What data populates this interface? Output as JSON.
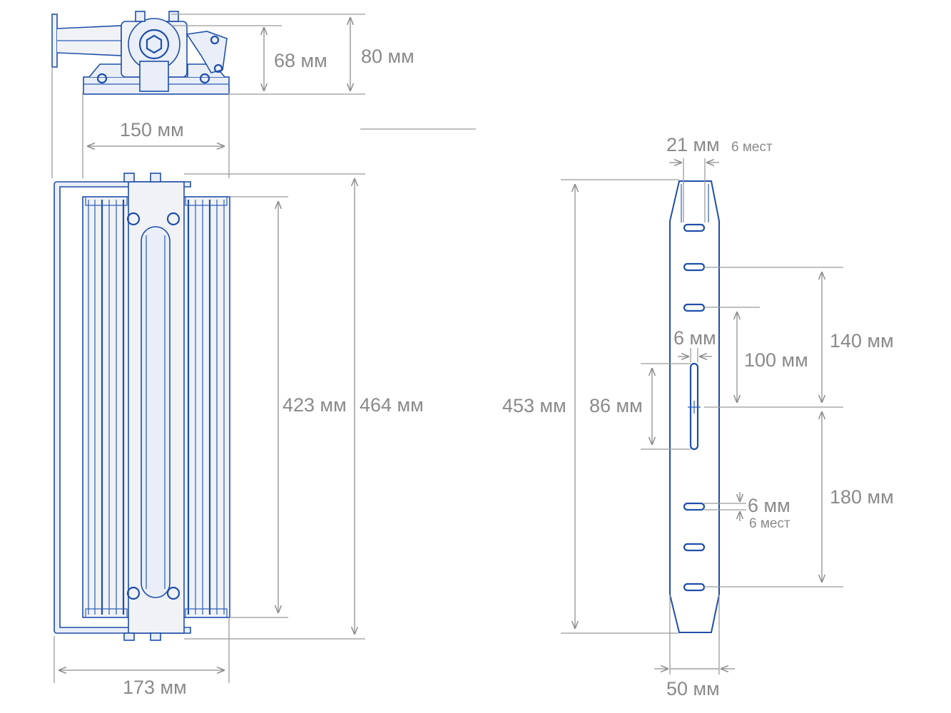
{
  "top_view": {
    "height_inner": "68 мм",
    "height_outer": "80 мм",
    "width": "150 мм"
  },
  "front_view": {
    "height_inner": "423 мм",
    "height_outer": "464 мм",
    "width": "173 мм"
  },
  "bracket": {
    "slot_width": "21 мм",
    "slot_count": "6 мест",
    "total_height": "453 мм",
    "center_slot_width": "6 мм",
    "center_slot_length": "86 мм",
    "spacing_upper": "100 мм",
    "spacing_140": "140 мм",
    "spacing_180": "180 мм",
    "slot_height": "6 мм",
    "slot_height_count": "6 мест",
    "width": "50 мм"
  }
}
